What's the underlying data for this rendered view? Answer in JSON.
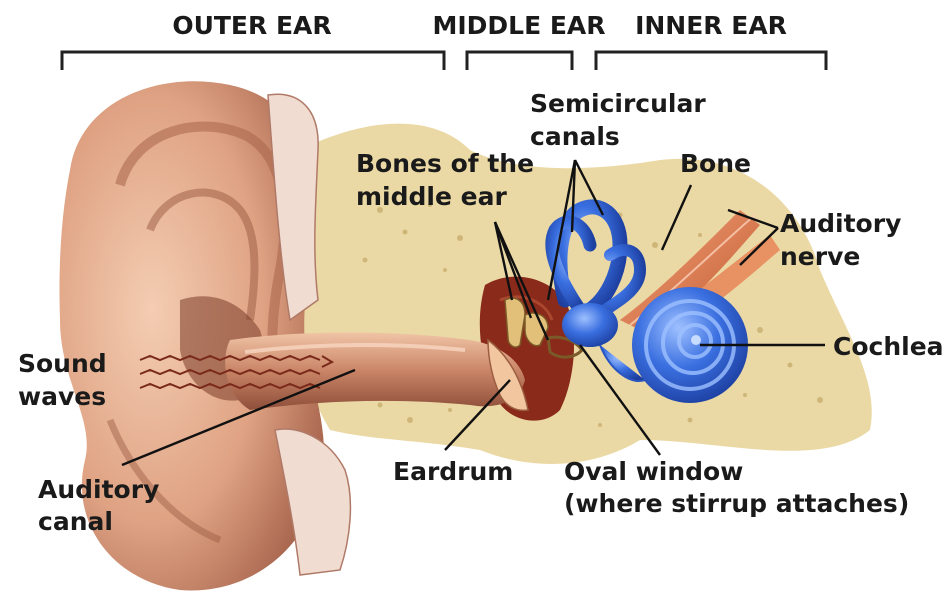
{
  "sections": {
    "outer": "OUTER EAR",
    "middle": "MIDDLE EAR",
    "inner": "INNER EAR"
  },
  "labels": {
    "semicircular_1": "Semicircular",
    "semicircular_2": "canals",
    "bones_1": "Bones of the",
    "bones_2": "middle ear",
    "bone": "Bone",
    "nerve_1": "Auditory",
    "nerve_2": "nerve",
    "sound_1": "Sound",
    "sound_2": "waves",
    "cochlea": "Cochlea",
    "canal_1": "Auditory",
    "canal_2": "canal",
    "eardrum": "Eardrum",
    "oval_1": "Oval window",
    "oval_2": "(where stirrup attaches)"
  },
  "colors": {
    "skin": "#e8b494",
    "skin_dark": "#b0705a",
    "bone": "#e8d49a",
    "labyrinth": "#3a6fe0",
    "nerve": "#e07a4a",
    "cavity": "#8a2a1a"
  }
}
